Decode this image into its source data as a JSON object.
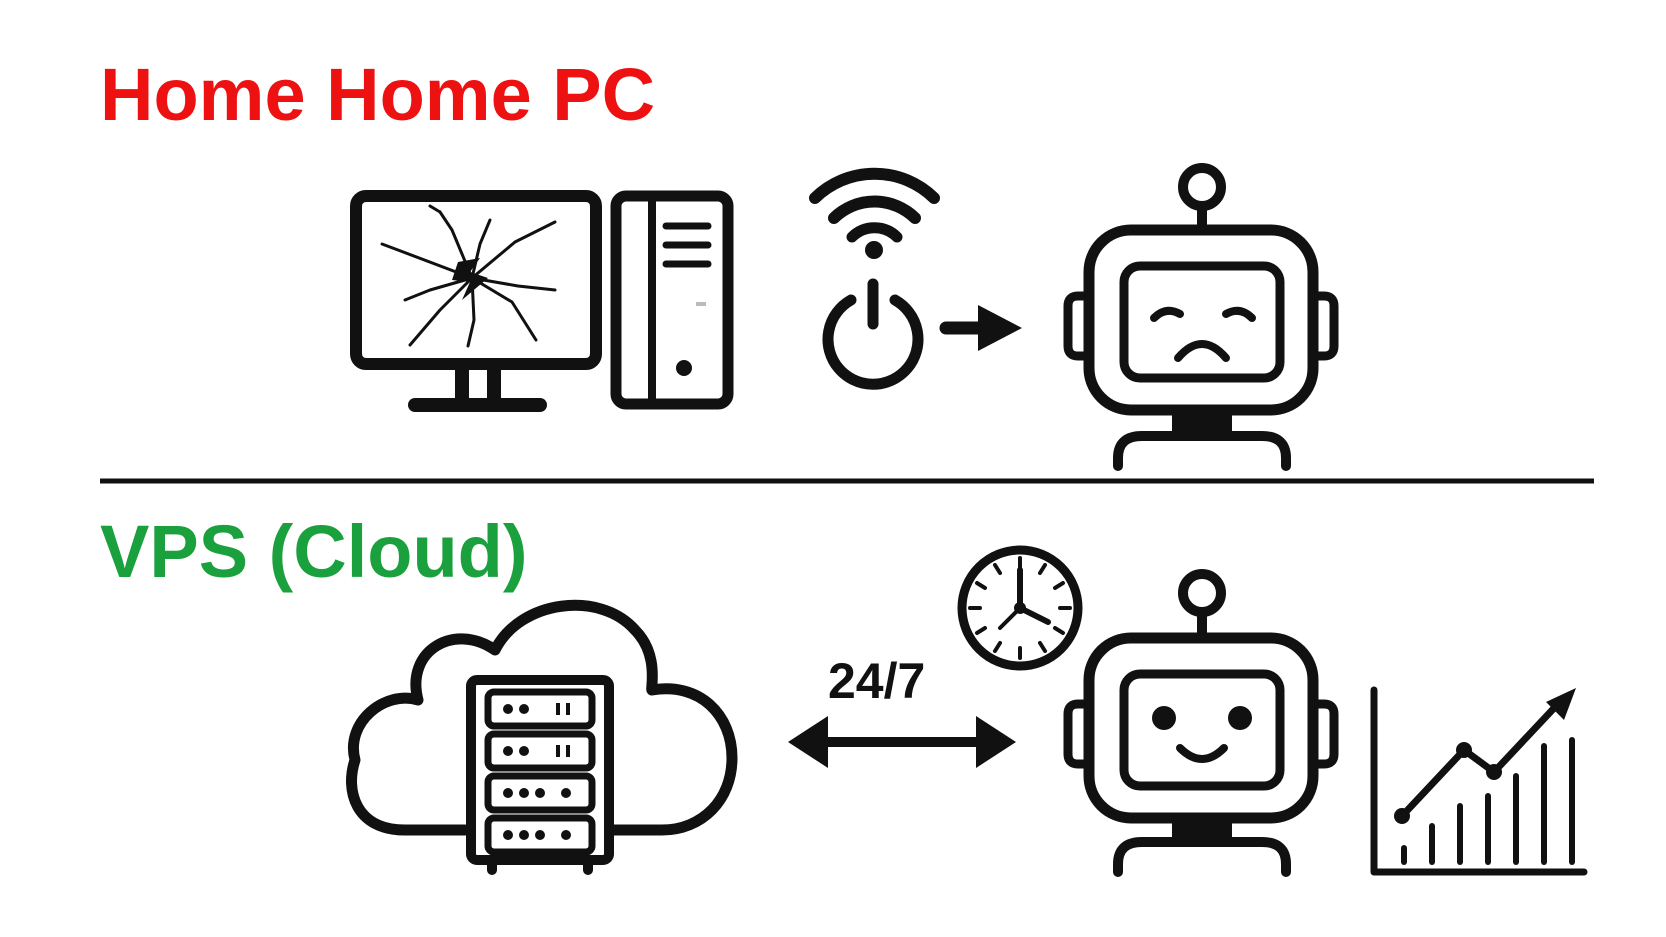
{
  "sections": {
    "home": {
      "title": "Home Home PC",
      "color": "#ee1111"
    },
    "vps": {
      "title": "VPS (Cloud)",
      "color": "#1aa03c",
      "uptime_label": "24/7"
    }
  },
  "icons": {
    "home": [
      "broken-monitor-icon",
      "pc-tower-icon",
      "wifi-icon",
      "power-icon",
      "arrow-right-icon",
      "sad-robot-icon"
    ],
    "vps": [
      "cloud-server-icon",
      "clock-icon",
      "double-arrow-icon",
      "happy-robot-icon",
      "growth-chart-icon"
    ]
  }
}
